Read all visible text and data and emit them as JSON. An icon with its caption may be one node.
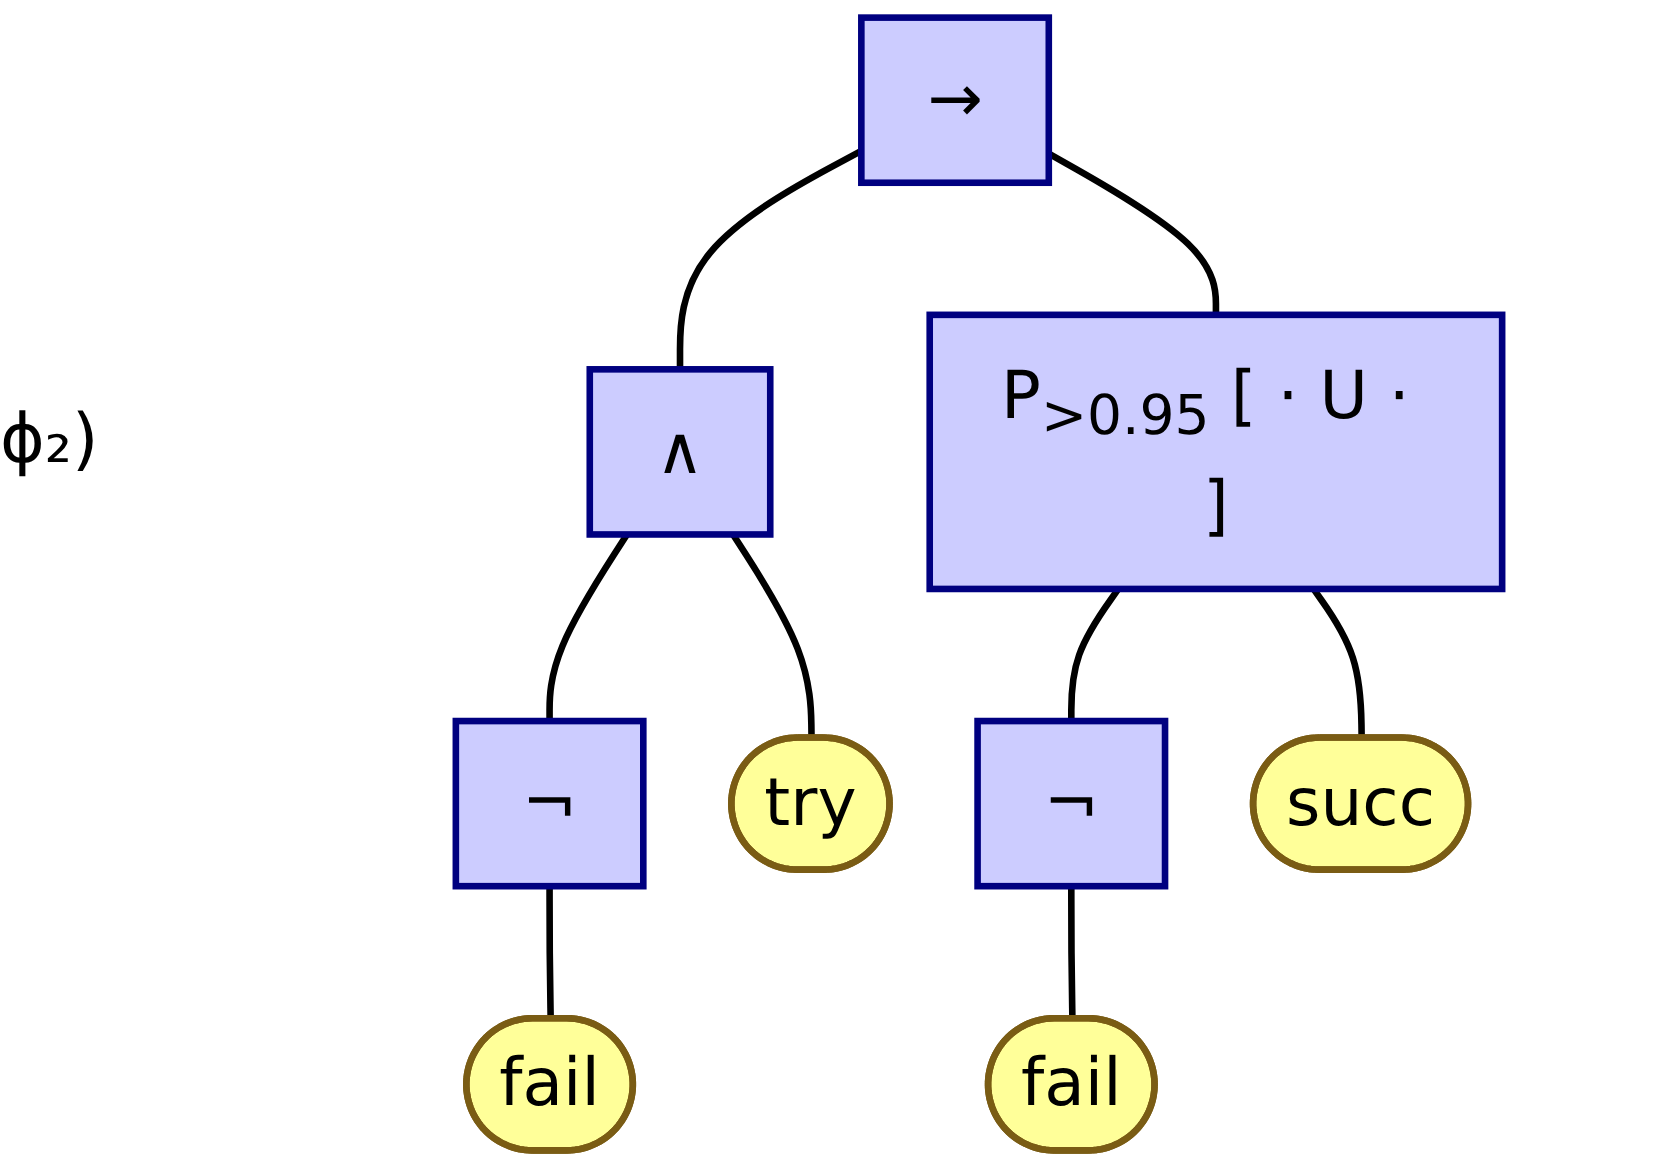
{
  "diagram": {
    "nodes": [
      {
        "text": [
          "→"
        ]
      },
      {
        "text": [
          "∧"
        ]
      },
      {
        "text": [
          "P$_{>0.95}$ [ · U · ]"
        ]
      },
      {
        "text": [
          "¬"
        ]
      },
      {
        "text": [
          "try"
        ]
      },
      {
        "text": [
          "¬"
        ]
      },
      {
        "text": [
          "succ"
        ]
      },
      {
        "text": [
          "fail"
        ]
      },
      {
        "text": [
          "fail"
        ]
      }
    ],
    "edges": [
      {
        "from": 0,
        "to": 1,
        "arrow": "none"
      },
      {
        "from": 0,
        "to": 2,
        "arrow": "none"
      },
      {
        "from": 1,
        "to": 3,
        "arrow": "none"
      },
      {
        "from": 1,
        "to": 4,
        "arrow": "none"
      },
      {
        "from": 2,
        "to": 5,
        "arrow": "none"
      },
      {
        "from": 2,
        "to": 6,
        "arrow": "none"
      },
      {
        "from": 3,
        "to": 7,
        "arrow": "none"
      },
      {
        "from": 5,
        "to": 8,
        "arrow": "none"
      }
    ],
    "labels": [
      "ϕ₂)"
    ]
  }
}
